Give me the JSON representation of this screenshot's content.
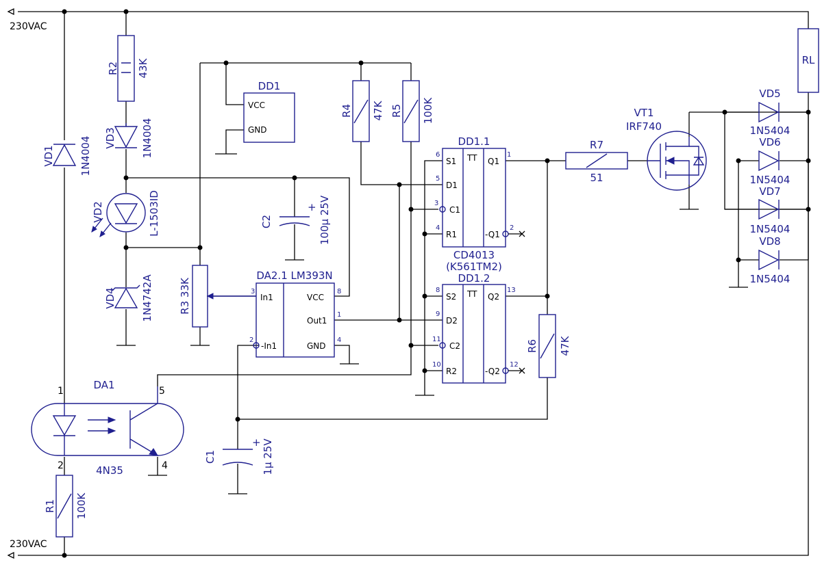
{
  "power": {
    "top_label": "230VAC",
    "bottom_label": "230VAC"
  },
  "components": {
    "R1": {
      "ref": "R1",
      "value": "100K"
    },
    "R2": {
      "ref": "R2",
      "value": "43K"
    },
    "R3": {
      "ref": "R3 33K"
    },
    "R4": {
      "ref": "R4",
      "value": "47K"
    },
    "R5": {
      "ref": "R5",
      "value": "100K"
    },
    "R6": {
      "ref": "R6",
      "value": "47K"
    },
    "R7": {
      "ref": "R7",
      "value": "51"
    },
    "C1": {
      "ref": "C1",
      "value": "1µ 25V",
      "polarity": "+"
    },
    "C2": {
      "ref": "C2",
      "value": "100µ 25V",
      "polarity": "+"
    },
    "VD1": {
      "ref": "VD1",
      "value": "1N4004"
    },
    "VD2": {
      "ref": "VD2",
      "value": "L-1503ID"
    },
    "VD3": {
      "ref": "VD3",
      "value": "1N4004"
    },
    "VD4": {
      "ref": "VD4",
      "value": "1N4742A"
    },
    "VD5": {
      "ref": "VD5",
      "value": "1N5404"
    },
    "VD6": {
      "ref": "VD6",
      "value": "1N5404"
    },
    "VD7": {
      "ref": "VD7",
      "value": "1N5404"
    },
    "VD8": {
      "ref": "VD8",
      "value": "1N5404"
    },
    "VT1": {
      "ref": "VT1",
      "value": "IRF740"
    },
    "RL": {
      "ref": "RL"
    },
    "DD1": {
      "ref": "DD1",
      "pins": {
        "vcc": "VCC",
        "gnd": "GND"
      }
    },
    "DA1": {
      "ref": "DA1",
      "value": "4N35",
      "pins": {
        "p1": "1",
        "p2": "2",
        "p4": "4",
        "p5": "5"
      }
    },
    "DA2": {
      "ref": "DA2.1 LM393N",
      "pins": {
        "in1": "In1",
        "in1n": "-In1",
        "vcc": "VCC",
        "out1": "Out1",
        "gnd": "GND"
      },
      "pin_numbers": {
        "in1": "3",
        "in1n": "2",
        "vcc": "8",
        "out1": "1",
        "gnd": "4"
      }
    },
    "DD1_1": {
      "ref": "DD1.1",
      "type": "TT",
      "part": "CD4013",
      "alt_part": "(K561TM2)",
      "pins": {
        "s": "S1",
        "d": "D1",
        "c": "C1",
        "r": "R1",
        "q": "Q1",
        "nq": "-Q1"
      },
      "pin_numbers": {
        "s": "6",
        "d": "5",
        "c": "3",
        "r": "4",
        "q": "1",
        "nq": "2"
      }
    },
    "DD1_2": {
      "ref": "DD1.2",
      "type": "TT",
      "pins": {
        "s": "S2",
        "d": "D2",
        "c": "C2",
        "r": "R2",
        "q": "Q2",
        "nq": "-Q2"
      },
      "pin_numbers": {
        "s": "8",
        "d": "9",
        "c": "11",
        "r": "10",
        "q": "13",
        "nq": "12"
      }
    }
  }
}
